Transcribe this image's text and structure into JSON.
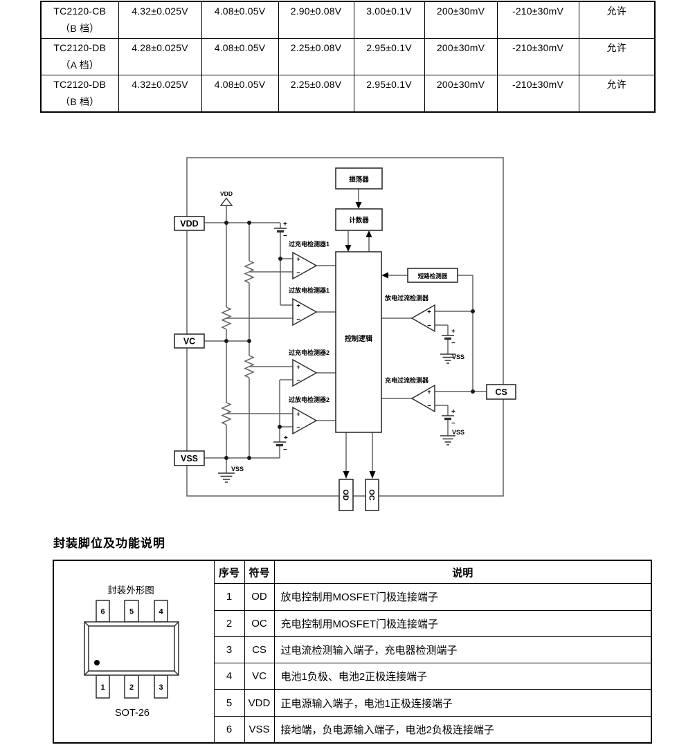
{
  "spec_table": {
    "rows": [
      {
        "part": "TC2120-CB",
        "grade": "（B 档）",
        "cells": [
          "4.32±0.025V",
          "4.08±0.05V",
          "2.90±0.08V",
          "3.00±0.1V",
          "200±30mV",
          "-210±30mV",
          "允许"
        ]
      },
      {
        "part": "TC2120-DB",
        "grade": "（A 档）",
        "cells": [
          "4.28±0.025V",
          "4.08±0.05V",
          "2.25±0.08V",
          "2.95±0.1V",
          "200±30mV",
          "-210±30mV",
          "允许"
        ]
      },
      {
        "part": "TC2120-DB",
        "grade": "（B 档）",
        "cells": [
          "4.32±0.025V",
          "4.08±0.05V",
          "2.25±0.08V",
          "2.95±0.1V",
          "200±30mV",
          "-210±30mV",
          "允许"
        ]
      }
    ]
  },
  "diagram": {
    "blocks": {
      "oscillator": "振荡器",
      "counter": "计数器",
      "control_logic": "控制逻辑",
      "short_detector": "短路检测器"
    },
    "comparators": {
      "overcharge1": "过充电检测器1",
      "overdischarge1": "过放电检测器1",
      "overcharge2": "过充电检测器2",
      "overdischarge2": "过放电检测器2",
      "discharge_oc": "放电过流检测器",
      "charge_oc": "充电过流检测器"
    },
    "pins": {
      "vdd": "VDD",
      "vc": "VC",
      "vss": "VSS",
      "cs": "CS",
      "od": "OD",
      "oc": "OC"
    },
    "net_labels": {
      "vdd_rail": "VDD",
      "vss_left": "VSS",
      "vss_right1": "VSS",
      "vss_right2": "VSS"
    },
    "symbols": {
      "plus": "+",
      "minus": "−"
    }
  },
  "pinout": {
    "heading": "封装脚位及功能说明",
    "package_label": "封装外形图",
    "package_name": "SOT-26",
    "top_pins": [
      "6",
      "5",
      "4"
    ],
    "bottom_pins": [
      "1",
      "2",
      "3"
    ],
    "table": {
      "headers": [
        "序号",
        "符号",
        "说明"
      ],
      "rows": [
        [
          "1",
          "OD",
          "放电控制用MOSFET门极连接端子"
        ],
        [
          "2",
          "OC",
          "充电控制用MOSFET门极连接端子"
        ],
        [
          "3",
          "CS",
          "过电流检测输入端子，充电器检测端子"
        ],
        [
          "4",
          "VC",
          "电池1负极、电池2正极连接端子"
        ],
        [
          "5",
          "VDD",
          "正电源输入端子，电池1正极连接端子"
        ],
        [
          "6",
          "VSS",
          "接地端，负电源输入端子，电池2负极连接端子"
        ]
      ]
    }
  }
}
